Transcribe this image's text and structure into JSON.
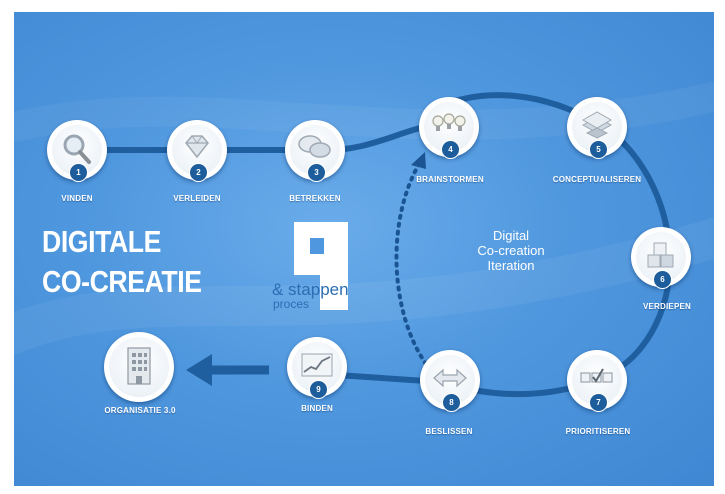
{
  "title_lines": [
    "DIGITALE",
    "CO-CREATIE"
  ],
  "center_label_lines": [
    "Digital",
    "Co-creation",
    "Iteration"
  ],
  "process_number": "9",
  "process_word1": "& stappen",
  "process_word2": "proces",
  "steps": [
    {
      "number": "1",
      "label": "VINDEN",
      "icon": "magnifier-icon"
    },
    {
      "number": "2",
      "label": "VERLEIDEN",
      "icon": "diamond-icon"
    },
    {
      "number": "3",
      "label": "BETREKKEN",
      "icon": "speech-bubbles-icon"
    },
    {
      "number": "4",
      "label": "BRAINSTORMEN",
      "icon": "lightbulbs-icon"
    },
    {
      "number": "5",
      "label": "CONCEPTUALISEREN",
      "icon": "layered-sheets-icon"
    },
    {
      "number": "6",
      "label": "VERDIEPEN",
      "icon": "stacked-cubes-icon"
    },
    {
      "number": "7",
      "label": "PRIORITISEREN",
      "icon": "checkboxes-icon"
    },
    {
      "number": "8",
      "label": "BESLISSEN",
      "icon": "double-arrow-icon"
    },
    {
      "number": "9",
      "label": "BINDEN",
      "icon": "rising-chart-icon"
    }
  ],
  "outcome": {
    "label": "ORGANISATIE 3.0",
    "icon": "office-building-icon"
  },
  "colors": {
    "background": "#4f97de",
    "connector": "#1f5f9f",
    "badge": "#1d5d9c",
    "text": "#ffffff"
  }
}
